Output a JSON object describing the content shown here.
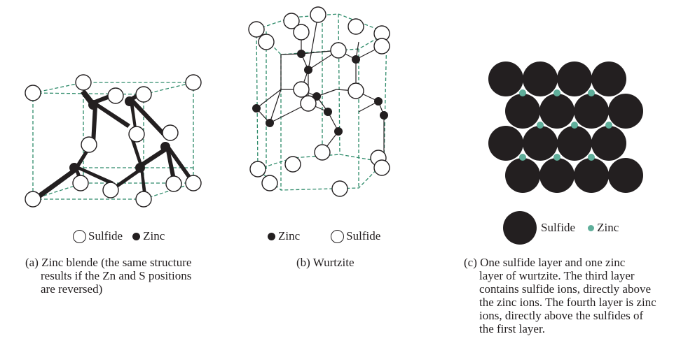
{
  "panels": {
    "a": {
      "legend": {
        "sulfide": "Sulfide",
        "zinc": "Zinc"
      },
      "caption_lines": [
        "(a) Zinc blende (the same structure",
        "results if the Zn and S positions",
        "are reversed)"
      ]
    },
    "b": {
      "legend": {
        "zinc": "Zinc",
        "sulfide": "Sulfide"
      },
      "caption_lines": [
        "(b) Wurtzite"
      ]
    },
    "c": {
      "legend": {
        "sulfide": "Sulfide",
        "zinc": "Zinc"
      },
      "caption_lines": [
        "(c) One sulfide layer and one zinc",
        "layer of wurtzite. The third layer",
        "contains sulfide ions, directly above",
        "the zinc ions. The fourth layer is zinc",
        "ions, directly above the sulfides of",
        "the first layer."
      ]
    }
  },
  "colors": {
    "ink": "#231f20",
    "cell_edge": "#2e8b6a",
    "zinc_green": "#5fae9a",
    "background": "#ffffff"
  }
}
